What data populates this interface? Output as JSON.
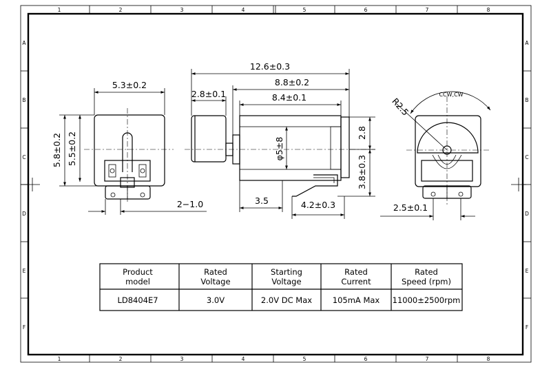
{
  "grid": {
    "columns": [
      "1",
      "2",
      "3",
      "4",
      "5",
      "6",
      "7",
      "8"
    ],
    "rows": [
      "A",
      "B",
      "C",
      "D",
      "E",
      "F"
    ]
  },
  "dimensions": {
    "front_width": "5.3±0.2",
    "front_height_outer": "5.8±0.2",
    "front_height_inner": "5.5±0.2",
    "pin_pitch": "2−1.0",
    "overall_length": "12.6±0.3",
    "can_length": "8.8±0.2",
    "body_length": "8.4±0.1",
    "weight_length": "2.8±0.1",
    "diameter": "φ5±8",
    "side_height": "2.8",
    "lower_height": "3.8±0.3",
    "bottom_offset": "3.5",
    "terminal_length": "4.2±0.3",
    "rotation_label": "CCW,CW",
    "radius_label": "R2.5",
    "pad_pitch": "2.5±0.1"
  },
  "spec_table": {
    "headers": [
      [
        "Product",
        "model"
      ],
      [
        "Rated",
        "Voltage"
      ],
      [
        "Starting",
        "Voltage"
      ],
      [
        "Rated",
        "Current"
      ],
      [
        "Rated",
        "Speed (rpm)"
      ]
    ],
    "row": [
      "LD8404E7",
      "3.0V",
      "2.0V DC Max",
      "105mA Max",
      "11000±2500rpm"
    ]
  }
}
